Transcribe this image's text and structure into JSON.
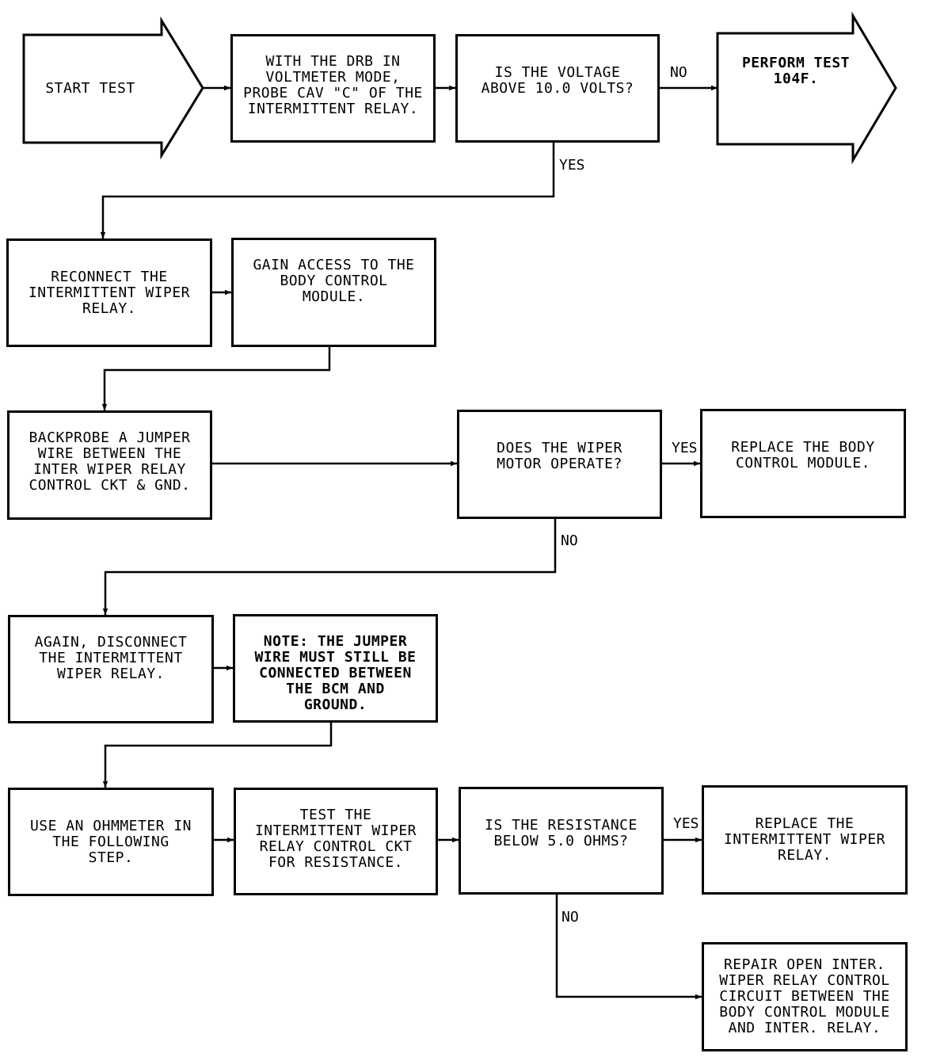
{
  "steps": {
    "start": [
      "START TEST"
    ],
    "probe_cav_c": [
      "WITH THE DRB IN",
      "VOLTMETER MODE,",
      "PROBE CAV \"C\" OF THE",
      "INTERMITTENT RELAY."
    ],
    "voltage_question": [
      "IS THE VOLTAGE",
      "ABOVE 10.0 VOLTS?"
    ],
    "perform_test": [
      "PERFORM TEST",
      "104F."
    ],
    "reconnect_relay": [
      "RECONNECT THE",
      "INTERMITTENT WIPER",
      "RELAY."
    ],
    "gain_access": [
      "GAIN ACCESS TO THE",
      "BODY CONTROL",
      "MODULE."
    ],
    "backprobe": [
      "BACKPROBE A JUMPER",
      "WIRE BETWEEN THE",
      "INTER WIPER RELAY",
      "CONTROL CKT & GND."
    ],
    "wiper_question": [
      "DOES THE WIPER",
      "MOTOR OPERATE?"
    ],
    "replace_bcm": [
      "REPLACE THE BODY",
      "CONTROL MODULE."
    ],
    "disconnect_again": [
      "AGAIN, DISCONNECT",
      "THE INTERMITTENT",
      "WIPER RELAY."
    ],
    "note_jumper": [
      "NOTE: THE JUMPER",
      "WIRE MUST STILL BE",
      "CONNECTED BETWEEN",
      "THE BCM AND",
      "GROUND."
    ],
    "use_ohmmeter": [
      "USE AN OHMMETER IN",
      "THE FOLLOWING",
      "STEP."
    ],
    "test_resistance": [
      "TEST THE",
      "INTERMITTENT WIPER",
      "RELAY CONTROL CKT",
      "FOR RESISTANCE."
    ],
    "resistance_question": [
      "IS THE RESISTANCE",
      "BELOW 5.0 OHMS?"
    ],
    "replace_relay": [
      "REPLACE THE",
      "INTERMITTENT WIPER",
      "RELAY."
    ],
    "repair_open": [
      "REPAIR OPEN INTER.",
      "WIPER RELAY CONTROL",
      "CIRCUIT BETWEEN THE",
      "BODY CONTROL MODULE",
      "AND INTER. RELAY."
    ]
  },
  "labels": {
    "voltage_no": "NO",
    "voltage_yes": "YES",
    "wiper_yes": "YES",
    "wiper_no": "NO",
    "resistance_yes": "YES",
    "resistance_no": "NO"
  }
}
